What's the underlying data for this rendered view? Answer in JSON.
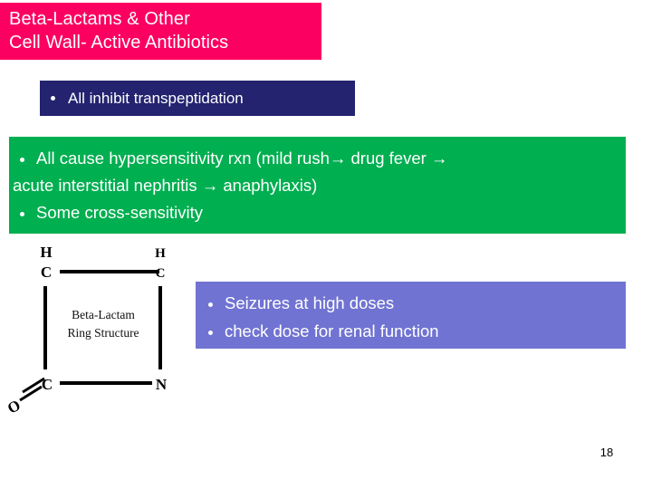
{
  "slide": {
    "title": {
      "line1": "Beta-Lactams & Other",
      "line2": "Cell Wall- Active Antibiotics",
      "background_color": "#FB0061",
      "text_color": "#FFFFFF"
    },
    "navy_block": {
      "background_color": "#232370",
      "text_color": "#FFFFFF",
      "bullets": [
        "All inhibit transpeptidation"
      ]
    },
    "green_block": {
      "background_color": "#00AF50",
      "text_color": "#FFFFFF",
      "lines": [
        {
          "bulleted": true,
          "text": "All cause hypersensitivity rxn (mild rush→ drug fever →"
        },
        {
          "bulleted": false,
          "text": "acute interstitial nephritis → anaphylaxis)"
        },
        {
          "bulleted": true,
          "text": "Some cross-sensitivity"
        }
      ]
    },
    "purple_block": {
      "background_color": "#7073D2",
      "text_color": "#FFFFFF",
      "lines": [
        {
          "bulleted": true,
          "text": "Seizures at high doses"
        },
        {
          "bulleted": true,
          "text": "check dose for renal function"
        }
      ]
    },
    "ring_diagram": {
      "caption_line1": "Beta-Lactam",
      "caption_line2": "Ring Structure",
      "atoms": {
        "top_left_h": "H",
        "top_left_c": "C",
        "top_right_h": "H",
        "top_right_c": "C",
        "bottom_left_c": "C",
        "bottom_left_o": "O",
        "bottom_right_n": "N"
      },
      "line_color": "#000000"
    },
    "page_number": "18"
  }
}
